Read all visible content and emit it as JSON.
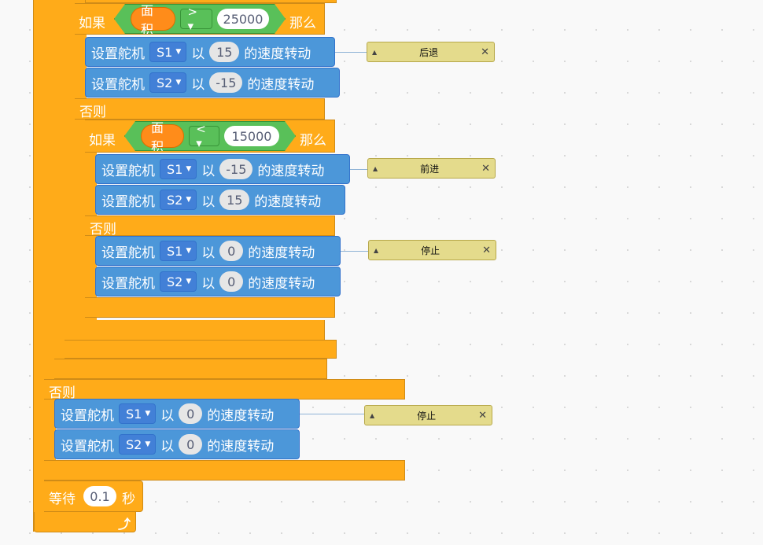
{
  "labels": {
    "if": "如果",
    "then": "那么",
    "else": "否则",
    "set_servo": "设置舵机",
    "with": "以",
    "speed_turn": "的速度转动",
    "wait": "等待",
    "seconds": "秒"
  },
  "if1": {
    "reporter": "面积",
    "operator": "> ▾",
    "value": "25000"
  },
  "if2": {
    "reporter": "面积",
    "operator": "< ▾",
    "value": "15000"
  },
  "servo_blocks": [
    {
      "servo": "S1",
      "speed": "15"
    },
    {
      "servo": "S2",
      "speed": "-15"
    },
    {
      "servo": "S1",
      "speed": "-15"
    },
    {
      "servo": "S2",
      "speed": "15"
    },
    {
      "servo": "S1",
      "speed": "0"
    },
    {
      "servo": "S2",
      "speed": "0"
    },
    {
      "servo": "S1",
      "speed": "0"
    },
    {
      "servo": "S2",
      "speed": "0"
    }
  ],
  "comments": [
    "后退",
    "前进",
    "停止",
    "停止"
  ],
  "wait_value": "0.1",
  "loop_arrow": "⤴",
  "colors": {
    "control": "#ffab19",
    "motion": "#4c97d9",
    "operator": "#59c059",
    "sensing": "#ff8c1a",
    "comment": "#e4db8c"
  },
  "icons": {
    "dropdown": "caret-down-icon",
    "comment_collapse": "triangle-up-icon",
    "comment_close": "close-icon",
    "loop": "loop-arrow-icon"
  }
}
